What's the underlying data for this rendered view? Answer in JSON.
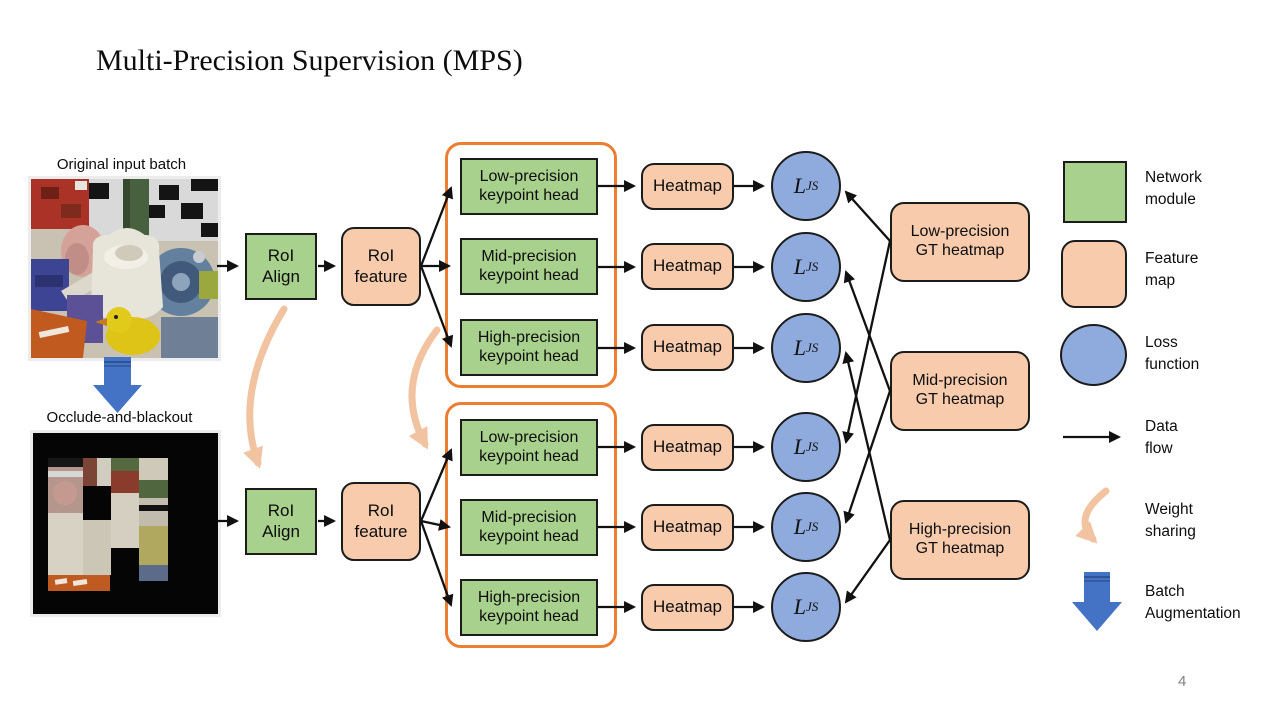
{
  "slide": {
    "title": "Multi-Precision Supervision (MPS)",
    "page_number": "4"
  },
  "diagram": {
    "top_branch": {
      "input_label": "Original input batch",
      "roi_align": "RoI\nAlign",
      "roi_feature": "RoI\nfeature",
      "heads": [
        "Low-precision\nkeypoint head",
        "Mid-precision\nkeypoint head",
        "High-precision\nkeypoint head"
      ],
      "heatmap": "Heatmap"
    },
    "bottom_branch": {
      "input_label": "Occlude-and-blackout",
      "roi_align": "RoI\nAlign",
      "roi_feature": "RoI\nfeature",
      "heads": [
        "Low-precision\nkeypoint head",
        "Mid-precision\nkeypoint head",
        "High-precision\nkeypoint head"
      ],
      "heatmap": "Heatmap"
    },
    "loss": {
      "symbol": "L",
      "subscript": "JS"
    },
    "gt_heatmaps": [
      "Low-precision\nGT heatmap",
      "Mid-precision\nGT heatmap",
      "High-precision\nGT heatmap"
    ]
  },
  "legend": {
    "network_module": "Network\nmodule",
    "feature_map": "Feature\nmap",
    "loss_function": "Loss\nfunction",
    "data_flow": "Data\nflow",
    "weight_sharing": "Weight\nsharing",
    "batch_augmentation": "Batch\nAugmentation"
  },
  "colors": {
    "network_module": "#A9D18E",
    "feature_map": "#F8CBAD",
    "loss_function": "#8FAADC",
    "group_outline": "#ED7D31",
    "data_flow": "#111111",
    "weight_sharing": "#F2C3A0",
    "batch_augmentation": "#4472C4"
  }
}
